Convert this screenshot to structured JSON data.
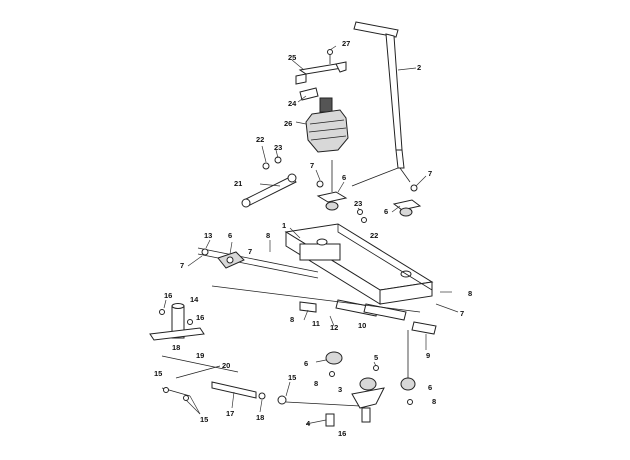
{
  "callouts": [
    {
      "id": "c27",
      "text": "27"
    },
    {
      "id": "c25",
      "text": "25"
    },
    {
      "id": "c2",
      "text": "2"
    },
    {
      "id": "c24",
      "text": "24"
    },
    {
      "id": "c26",
      "text": "26"
    },
    {
      "id": "c22a",
      "text": "22"
    },
    {
      "id": "c23a",
      "text": "23"
    },
    {
      "id": "c21",
      "text": "21"
    },
    {
      "id": "c7a",
      "text": "7"
    },
    {
      "id": "c6a",
      "text": "6"
    },
    {
      "id": "c7b",
      "text": "7"
    },
    {
      "id": "c6b",
      "text": "6"
    },
    {
      "id": "c23b",
      "text": "23"
    },
    {
      "id": "c22b",
      "text": "22"
    },
    {
      "id": "c1",
      "text": "1"
    },
    {
      "id": "c13",
      "text": "13"
    },
    {
      "id": "c6c",
      "text": "6"
    },
    {
      "id": "c8a",
      "text": "8"
    },
    {
      "id": "c7c",
      "text": "7"
    },
    {
      "id": "c7d",
      "text": "7"
    },
    {
      "id": "c8b",
      "text": "8"
    },
    {
      "id": "c16a",
      "text": "16"
    },
    {
      "id": "c14",
      "text": "14"
    },
    {
      "id": "c7e",
      "text": "7"
    },
    {
      "id": "c16b",
      "text": "16"
    },
    {
      "id": "c8c",
      "text": "8"
    },
    {
      "id": "c11",
      "text": "11"
    },
    {
      "id": "c12",
      "text": "12"
    },
    {
      "id": "c10",
      "text": "10"
    },
    {
      "id": "c9",
      "text": "9"
    },
    {
      "id": "c18a",
      "text": "18"
    },
    {
      "id": "c19",
      "text": "19"
    },
    {
      "id": "c20",
      "text": "20"
    },
    {
      "id": "c6d",
      "text": "6"
    },
    {
      "id": "c5",
      "text": "5"
    },
    {
      "id": "c15a",
      "text": "15"
    },
    {
      "id": "c15b",
      "text": "15"
    },
    {
      "id": "c8d",
      "text": "8"
    },
    {
      "id": "c3",
      "text": "3"
    },
    {
      "id": "c6e",
      "text": "6"
    },
    {
      "id": "c8e",
      "text": "8"
    },
    {
      "id": "c15c",
      "text": "15"
    },
    {
      "id": "c17",
      "text": "17"
    },
    {
      "id": "c18b",
      "text": "18"
    },
    {
      "id": "c4",
      "text": "4"
    },
    {
      "id": "c16c",
      "text": "16"
    }
  ]
}
